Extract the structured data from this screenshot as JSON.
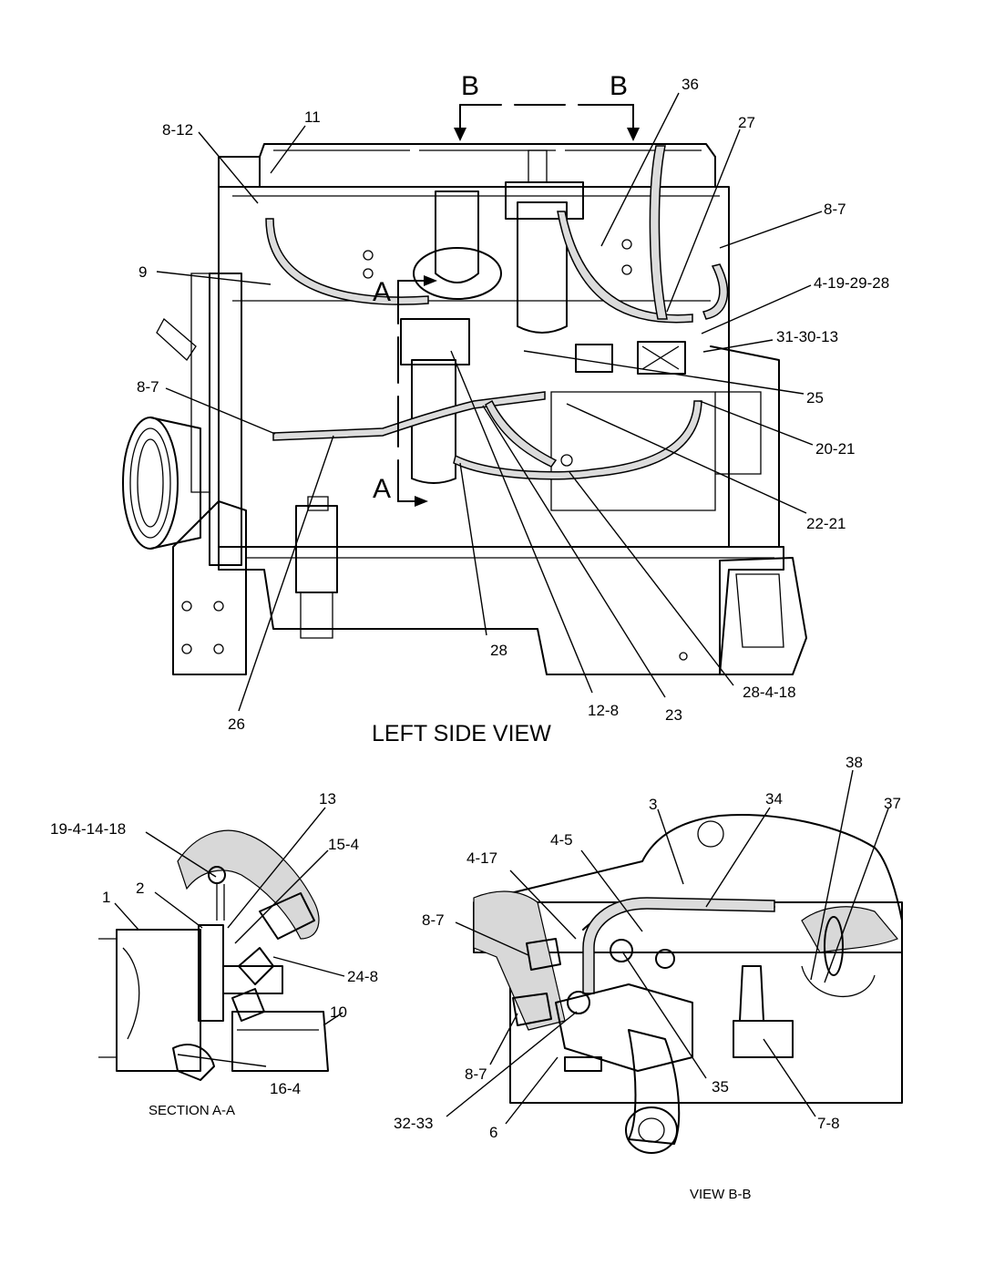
{
  "views": {
    "left_side": "LEFT SIDE VIEW",
    "section_aa": "SECTION A-A",
    "view_bb": "VIEW B-B"
  },
  "section_markers": {
    "b_left": "B",
    "b_right": "B",
    "a_top": "A",
    "a_bottom": "A"
  },
  "callouts": {
    "c_8_12": "8-12",
    "c_11": "11",
    "c_36": "36",
    "c_27": "27",
    "c_8_7_top_right": "8-7",
    "c_9": "9",
    "c_4_19_29_28": "4-19-29-28",
    "c_31_30_13": "31-30-13",
    "c_8_7_left": "8-7",
    "c_25": "25",
    "c_20_21": "20-21",
    "c_22_21": "22-21",
    "c_28": "28",
    "c_28_4_18": "28-4-18",
    "c_12_8": "12-8",
    "c_23": "23",
    "c_26": "26",
    "c_13": "13",
    "c_19_4_14_18": "19-4-14-18",
    "c_15_4": "15-4",
    "c_2": "2",
    "c_1": "1",
    "c_24_8": "24-8",
    "c_10": "10",
    "c_16_4": "16-4",
    "c_38": "38",
    "c_3": "3",
    "c_34": "34",
    "c_37": "37",
    "c_4_17": "4-17",
    "c_4_5": "4-5",
    "c_8_7_bb_upper": "8-7",
    "c_8_7_bb_lower": "8-7",
    "c_35": "35",
    "c_32_33": "32-33",
    "c_6": "6",
    "c_7_8": "7-8"
  }
}
